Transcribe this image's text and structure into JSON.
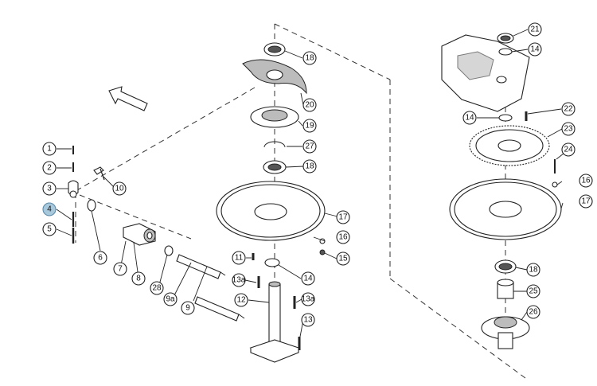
{
  "diagram": {
    "callouts": {
      "c1": "1",
      "c2": "2",
      "c3": "3",
      "c4": "4",
      "c5": "5",
      "c6": "6",
      "c7": "7",
      "c8": "8",
      "c9": "9",
      "c9a": "9a",
      "c10": "10",
      "c11": "11",
      "c12": "12",
      "c13": "13",
      "c13a_left": "13a",
      "c13a_right": "13a",
      "c14_a": "14",
      "c14_b": "14",
      "c14_c": "14",
      "c15": "15",
      "c16_a": "16",
      "c16_b": "16",
      "c17_a": "17",
      "c17_b": "17",
      "c18_a": "18",
      "c18_b": "18",
      "c18_c": "18",
      "c19": "19",
      "c20": "20",
      "c21": "21",
      "c22": "22",
      "c23": "23",
      "c24": "24",
      "c25": "25",
      "c26": "26",
      "c27": "27",
      "c28": "28"
    },
    "highlighted_callout": "4",
    "colors": {
      "line": "#222222",
      "highlight_fill": "#a8c8dc",
      "highlight_stroke": "#5a8aa8",
      "shade": "#bcbcbc"
    }
  }
}
